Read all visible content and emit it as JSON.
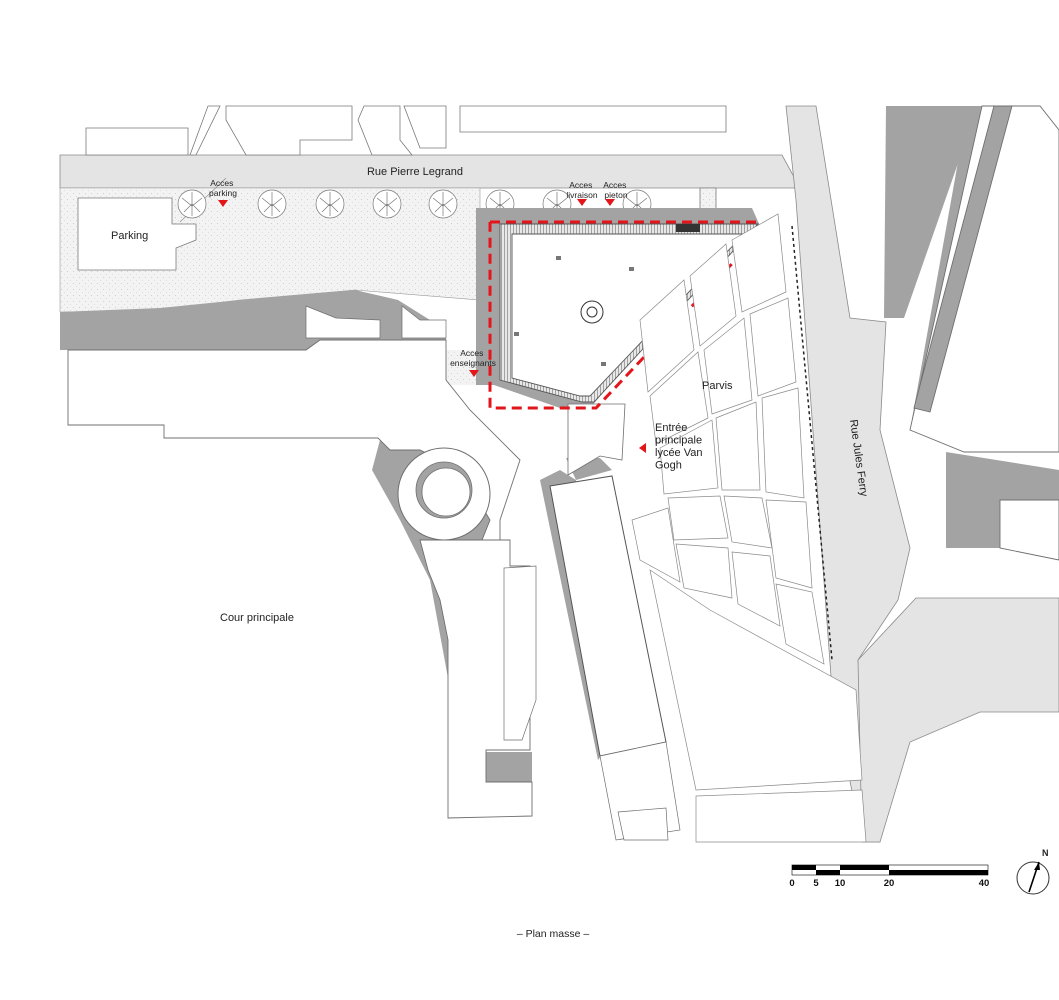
{
  "labels": {
    "street_north": "Rue Pierre Legrand",
    "street_east": "Rue Jules Ferry",
    "parking": "Parking",
    "cour": "Cour principale",
    "parvis": "Parvis",
    "entree": [
      "Entrée",
      "principale",
      "lycée Van",
      "Gogh"
    ],
    "acces_parking": [
      "Acces",
      "parking"
    ],
    "acces_livraison": [
      "Acces",
      "livraison"
    ],
    "acces_pieton": [
      "Acces",
      "pieton"
    ],
    "acces_enseignants": [
      "Acces",
      "enseignants"
    ]
  },
  "scale_bar": {
    "ticks": [
      "0",
      "5",
      "10",
      "20",
      "40"
    ],
    "unit_values": [
      0,
      5,
      10,
      20,
      40
    ]
  },
  "north_arrow": {
    "label": "N"
  },
  "caption": "– Plan masse –",
  "colors": {
    "road": "#e4e4e4",
    "building_shadow": "#a3a3a3",
    "hatch": "#f0f0f0",
    "line": "#6f6f6f",
    "access_marker": "#e3151a",
    "project_outline": "#e3151a"
  }
}
